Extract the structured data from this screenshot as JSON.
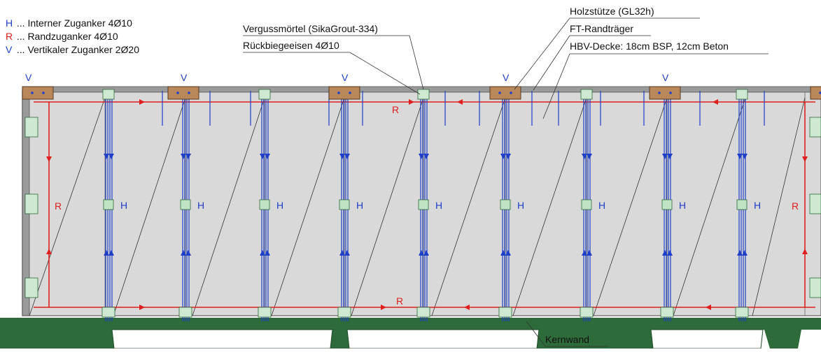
{
  "legend": [
    {
      "key": "H",
      "text": "... Interner Zuganker 4Ø10",
      "color": "#1f3fc8"
    },
    {
      "key": "R",
      "text": "... Randzuganker 4Ø10",
      "color": "#e01e1e"
    },
    {
      "key": "V",
      "text": "... Vertikaler Zuganker 2Ø20",
      "color": "#1f3fc8"
    }
  ],
  "callouts": {
    "grout": "Vergussmörtel (SikaGrout-334)",
    "rebend": "Rückbiegeeisen 4Ø10",
    "column": "Holzstütze (GL32h)",
    "edge_beam": "FT-Randträger",
    "slab": "HBV-Decke: 18cm BSP, 12cm Beton",
    "core_wall": "Kernwand"
  },
  "marks": {
    "internal": "H",
    "edge": "R",
    "vertical": "V"
  },
  "colors": {
    "internal_tie": "#1f3fc8",
    "edge_tie": "#e01e1e",
    "slab_fill": "#d9d9d9",
    "core_wall": "#2e6b3a",
    "timber": "#b8875a",
    "frame": "#7a7a7a"
  }
}
